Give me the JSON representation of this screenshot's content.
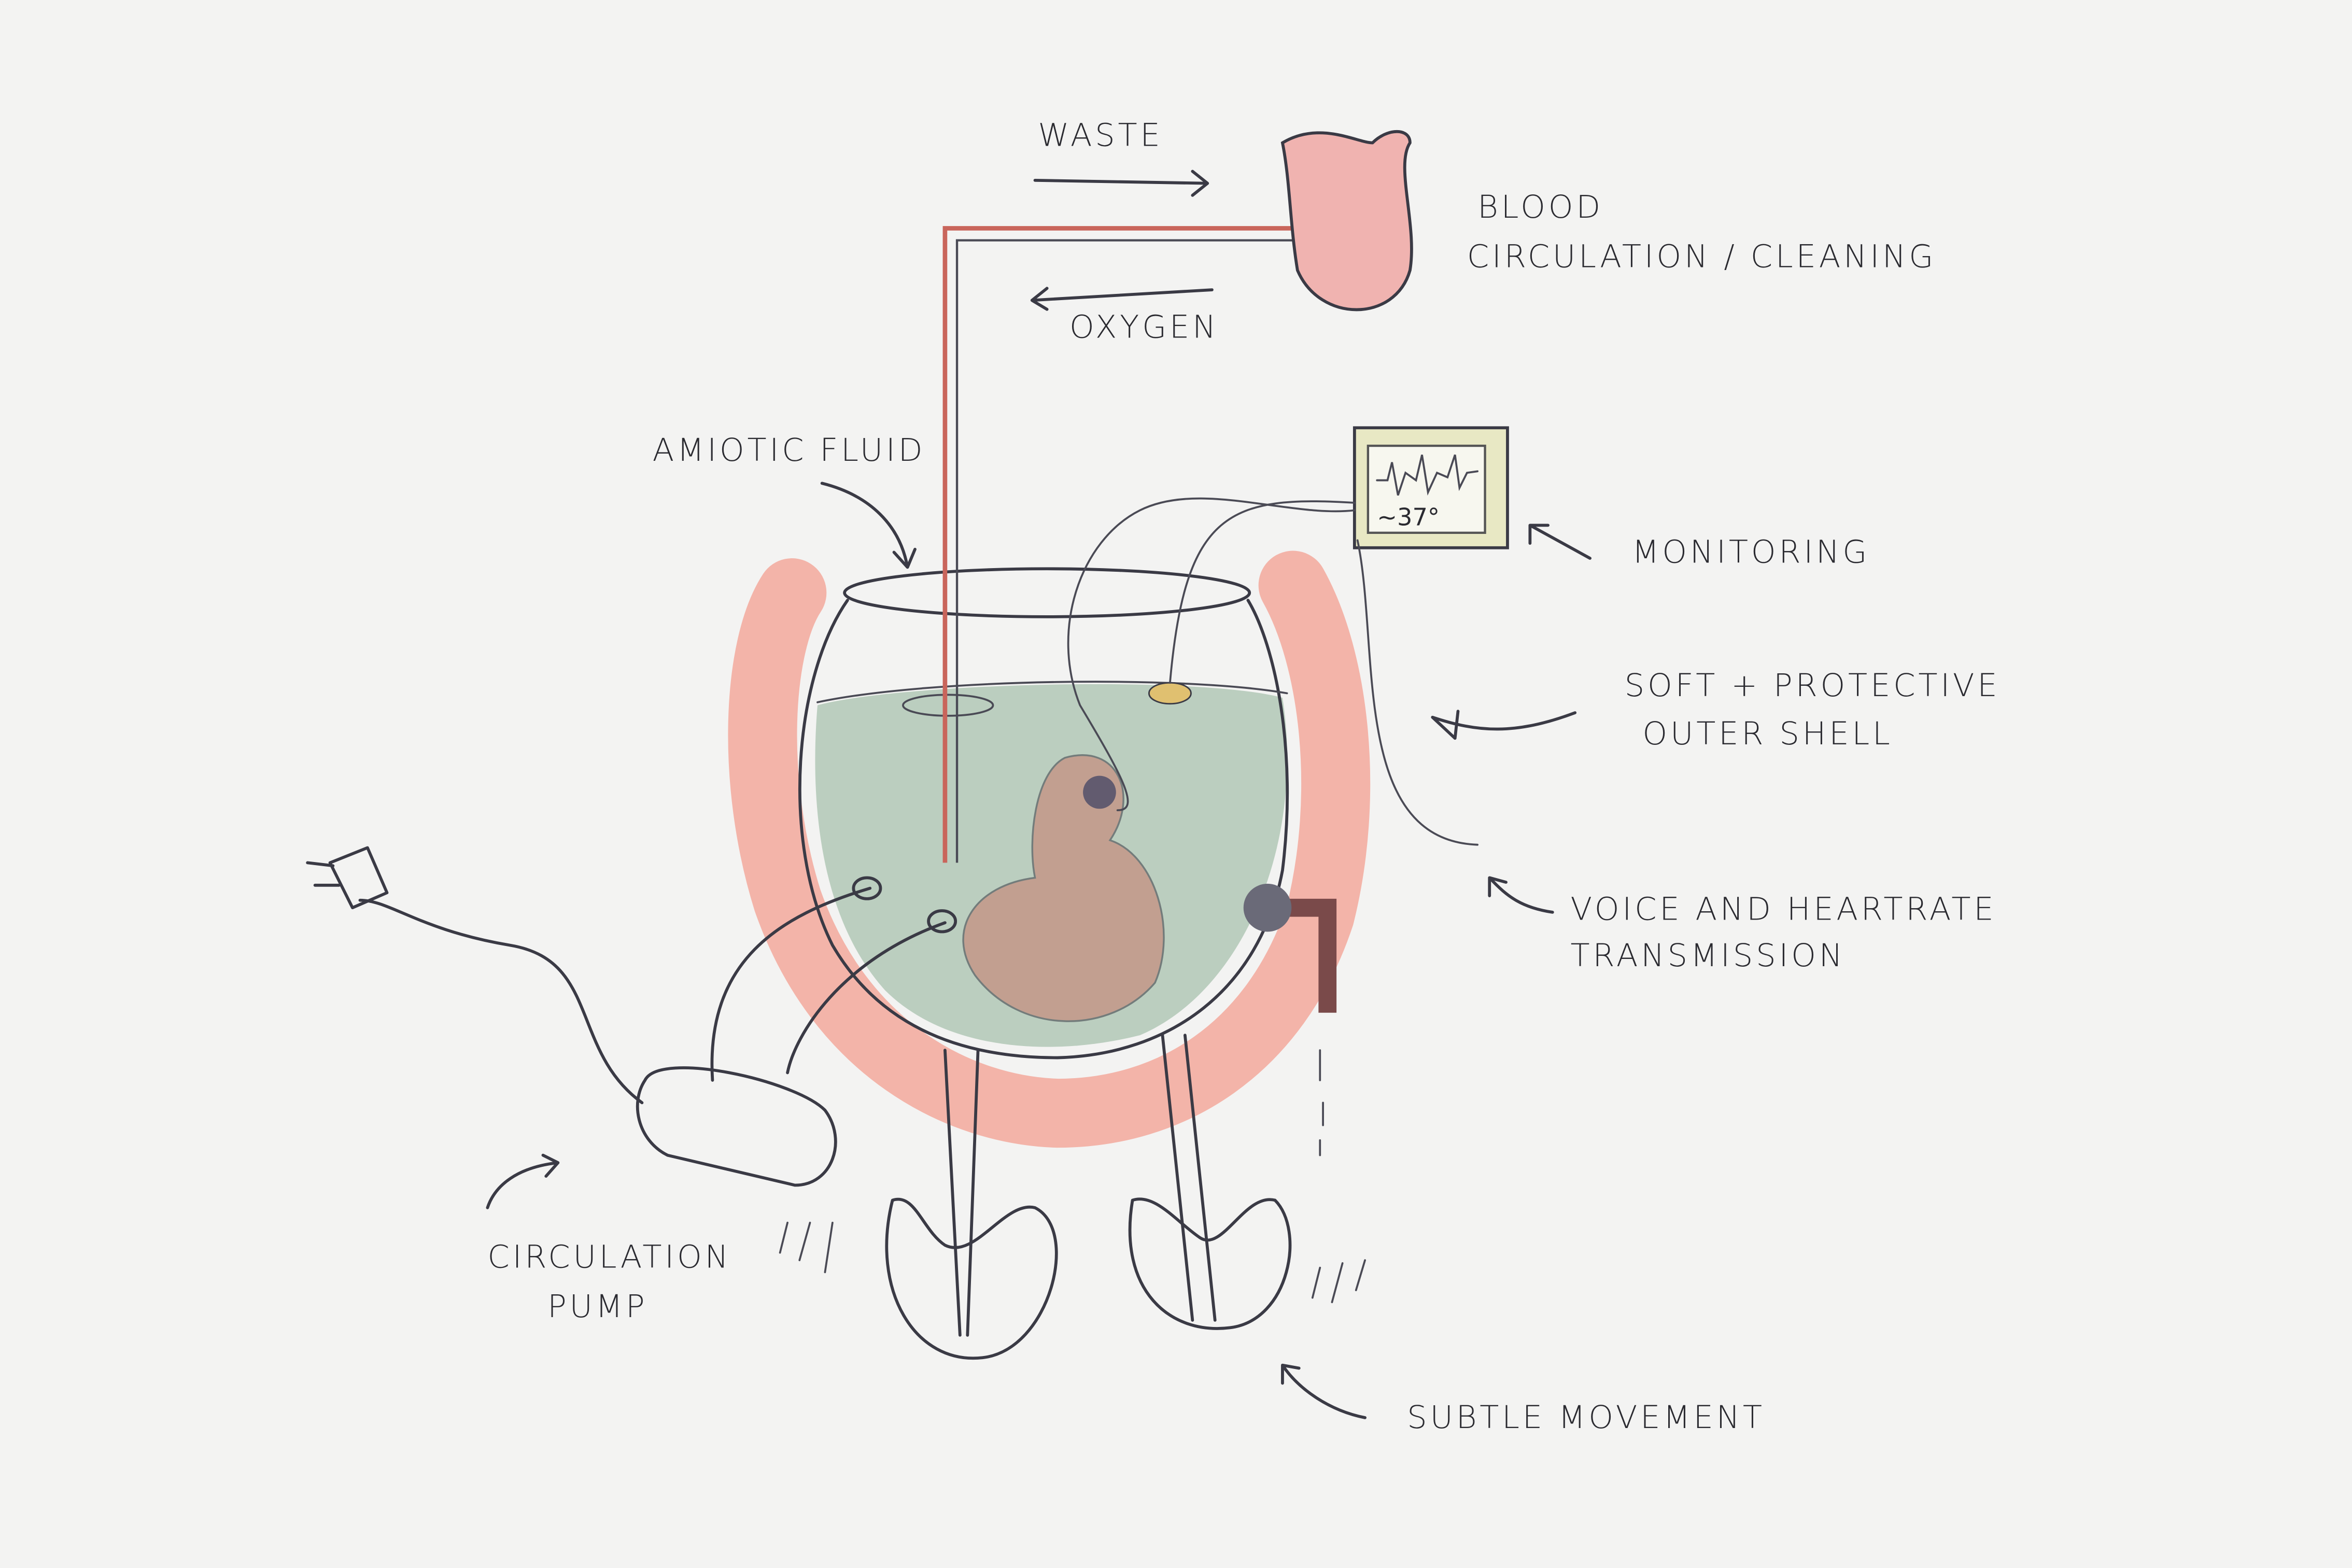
{
  "labels": {
    "waste": "WASTE",
    "oxygen": "OXYGEN",
    "blood_line1": "BLOOD",
    "blood_line2": "CIRCULATION / CLEANING",
    "amniotic_fluid": "AMIOTIC FLUID",
    "monitoring": "MONITORING",
    "shell_line1": "SOFT + PROTECTIVE",
    "shell_line2": "OUTER SHELL",
    "voice_line1": "VOICE AND HEARTRATE",
    "voice_line2": "TRANSMISSION",
    "pump_line1": "CIRCULATION",
    "pump_line2": "PUMP",
    "movement": "SUBTLE MOVEMENT"
  },
  "monitor": {
    "temperature": "~37°"
  },
  "colors": {
    "paper": "#f3f3f2",
    "shell": "#f2a89c",
    "fluid": "#a8c2ad",
    "heart": "#f0b3b0",
    "monitor": "#e8e8c4",
    "ink": "#3a3a45"
  }
}
